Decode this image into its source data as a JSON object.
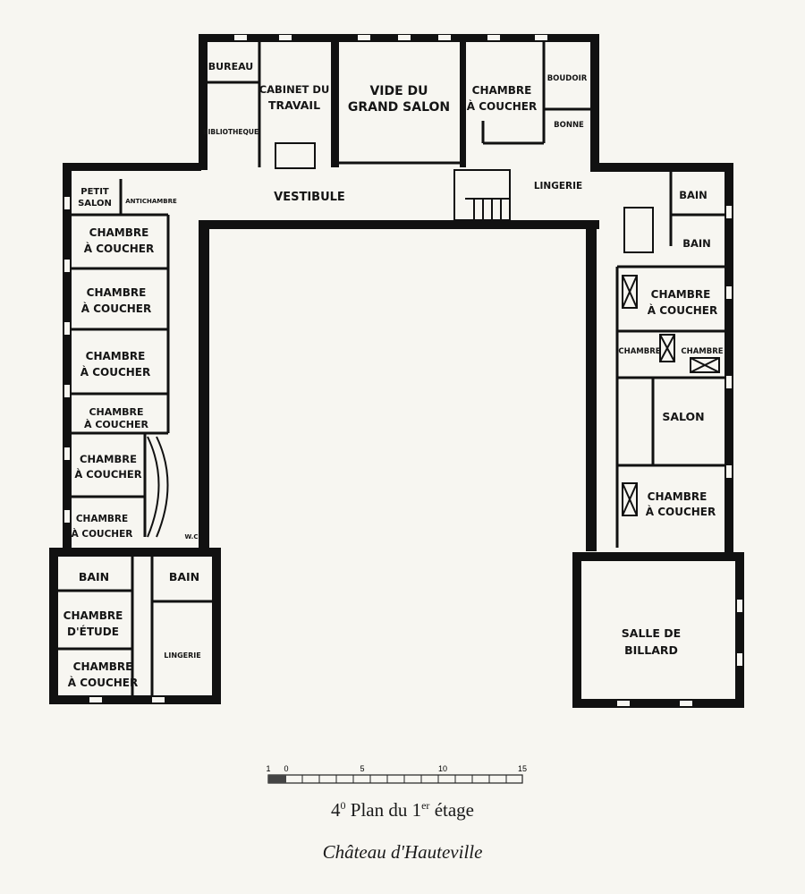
{
  "rooms": {
    "bureau": "BUREAU",
    "bibliotheque": "BIBLIOTHEQUE",
    "cabinet_1": "CABINET DU",
    "cabinet_2": "TRAVAIL",
    "vide_1": "VIDE DU",
    "vide_2": "GRAND SALON",
    "chambre_top_1": "CHAMBRE",
    "chambre_top_2": "À COUCHER",
    "boudoir": "BOUDOIR",
    "bonne": "BONNE",
    "vestibule": "VESTIBULE",
    "lingerie_top": "LINGERIE",
    "petit_salon_1": "PETIT",
    "petit_salon_2": "SALON",
    "antichambre": "ANTICHAMBRE",
    "chambre": "CHAMBRE",
    "a_coucher": "À COUCHER",
    "wc": "W.C",
    "bain": "BAIN",
    "etude_1": "CHAMBRE",
    "etude_2": "D'ÉTUDE",
    "lingerie_left": "LINGERIE",
    "salon": "SALON",
    "billard_1": "SALLE DE",
    "billard_2": "BILLARD"
  },
  "scale": {
    "ticks": [
      "1",
      "0",
      "5",
      "10",
      "15"
    ]
  },
  "caption": {
    "number": "4",
    "number_sup": "0",
    "text_before": "Plan du 1",
    "text_sup": "er",
    "text_after": "étage",
    "subtitle": "Château d'Hauteville"
  }
}
